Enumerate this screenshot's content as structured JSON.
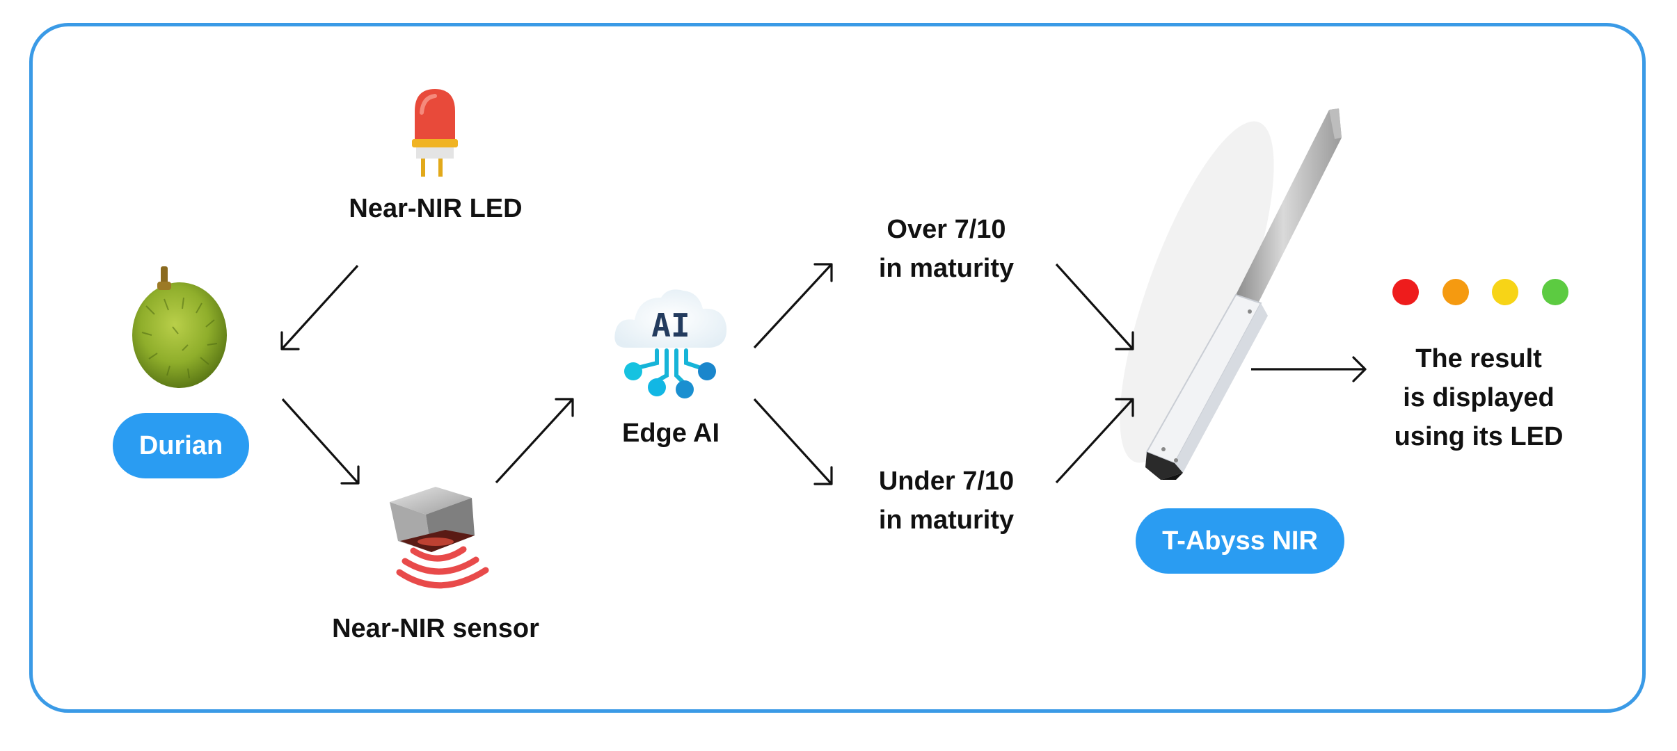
{
  "nodes": {
    "led_label": "Near-NIR LED",
    "durian_label": "Durian",
    "sensor_label": "Near-NIR sensor",
    "edge_ai_label": "Edge AI",
    "ai_icon_text": "AI",
    "over_line1": "Over 7/10",
    "over_line2": "in maturity",
    "under_line1": "Under 7/10",
    "under_line2": "in maturity",
    "device_label": "T-Abyss NIR",
    "result_line1": "The result",
    "result_line2": "is displayed",
    "result_line3": "using its LED"
  },
  "indicator_leds": [
    {
      "name": "red",
      "color": "#ee1c1c"
    },
    {
      "name": "orange",
      "color": "#f59a10"
    },
    {
      "name": "yellow",
      "color": "#f7d417"
    },
    {
      "name": "green",
      "color": "#5ccb41"
    }
  ],
  "colors": {
    "frame_border": "#3a9ae6",
    "pill_background": "#2a9cf2",
    "pill_text": "#ffffff",
    "text": "#111111"
  }
}
